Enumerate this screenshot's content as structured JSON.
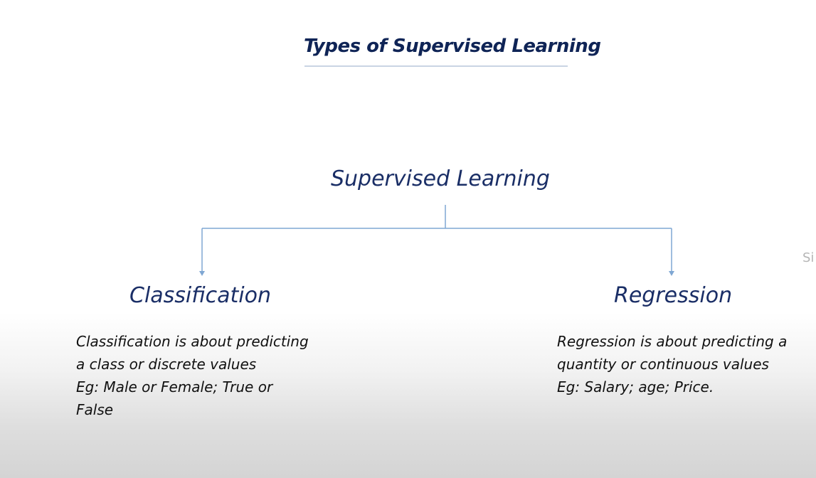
{
  "slide": {
    "title": "Types of Supervised Learning"
  },
  "diagram": {
    "root": "Supervised Learning",
    "children": [
      {
        "label": "Classification",
        "description_lines": [
          "Classification is about predicting",
          "a class or discrete values",
          "Eg: Male or Female; True or",
          "False"
        ]
      },
      {
        "label": "Regression",
        "description_lines": [
          "Regression is about predicting a",
          "quantity or continuous values",
          "Eg: Salary; age; Price."
        ]
      }
    ]
  },
  "edge_text": "Si",
  "colors": {
    "title": "#0f2456",
    "node_text": "#1a2e66",
    "connector": "#7fa7d3"
  }
}
